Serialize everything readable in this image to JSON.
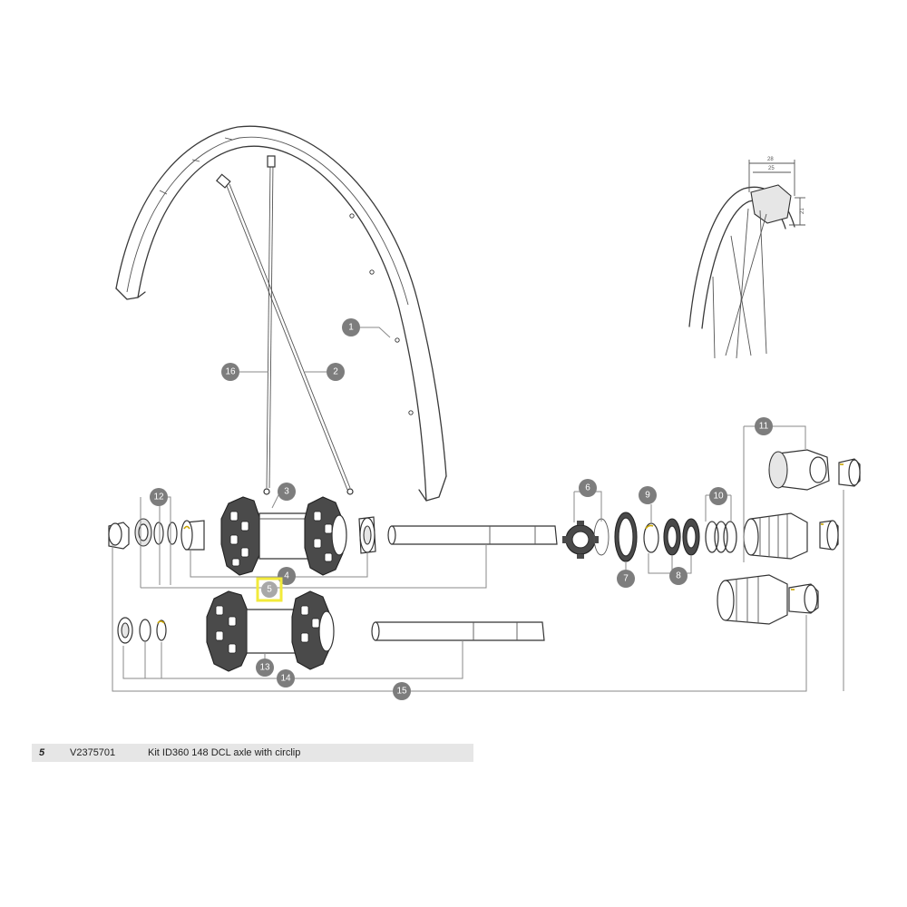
{
  "callouts": [
    "1",
    "2",
    "3",
    "4",
    "5",
    "6",
    "7",
    "8",
    "9",
    "10",
    "11",
    "12",
    "13",
    "14",
    "15",
    "16"
  ],
  "highlighted_callout": "5",
  "detail_dimensions": [
    "28",
    "25",
    "21"
  ],
  "part_row": {
    "number": "5",
    "code": "V2375701",
    "description": "Kit ID360 148 DCL axle with circlip"
  },
  "colors": {
    "badge": "#7d7d7d",
    "highlight": "#f2ea3a",
    "bearing_accent": "#c9a400",
    "row_bg": "#e6e6e6"
  }
}
